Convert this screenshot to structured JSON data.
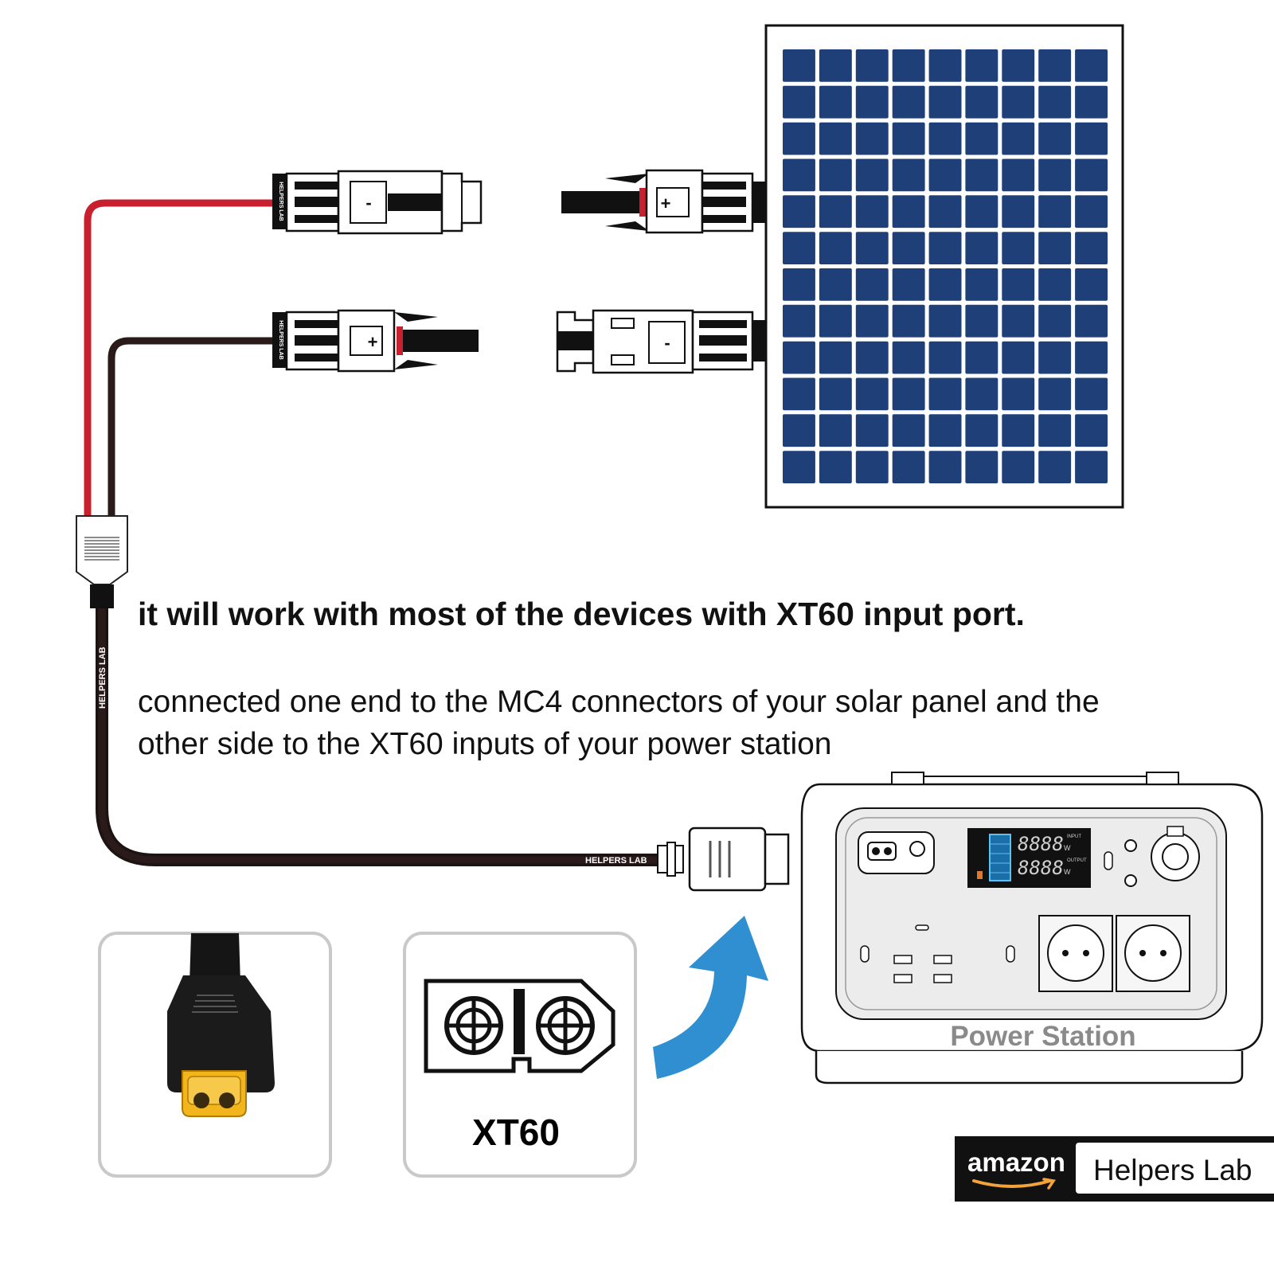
{
  "headline": "it will work with most of the devices with XT60 input port.",
  "description": {
    "line1": "connected one end to the MC4 connectors of your solar panel and the",
    "line2": "other side to the XT60 inputs of your power station"
  },
  "connector_label": "XT60",
  "device_label": "Power Station",
  "badge": {
    "store": "amazon",
    "brand": "Helpers Lab"
  },
  "cable_branding": {
    "name": "HELPERS",
    "tag": "LAB"
  },
  "connector_symbols": {
    "positive": "+",
    "negative": "-"
  },
  "display_readouts": {
    "digits": "8888",
    "unit": "W",
    "input": "INPUT",
    "output": "OUTPUT"
  },
  "colors": {
    "panel_cell": "#1f3f78",
    "red_wire": "#c8202f",
    "black_wire": "#2a1a1a",
    "arrow": "#2f8fd0",
    "xt60_plug": "#f2b51c",
    "device_label": "#8a8a8a"
  },
  "icons": [
    "solar-panel-icon",
    "mc4-connector-icon",
    "xt60-plug-icon",
    "xt60-port-diagram-icon",
    "curved-arrow-icon",
    "power-station-icon",
    "amazon-smile-icon"
  ]
}
